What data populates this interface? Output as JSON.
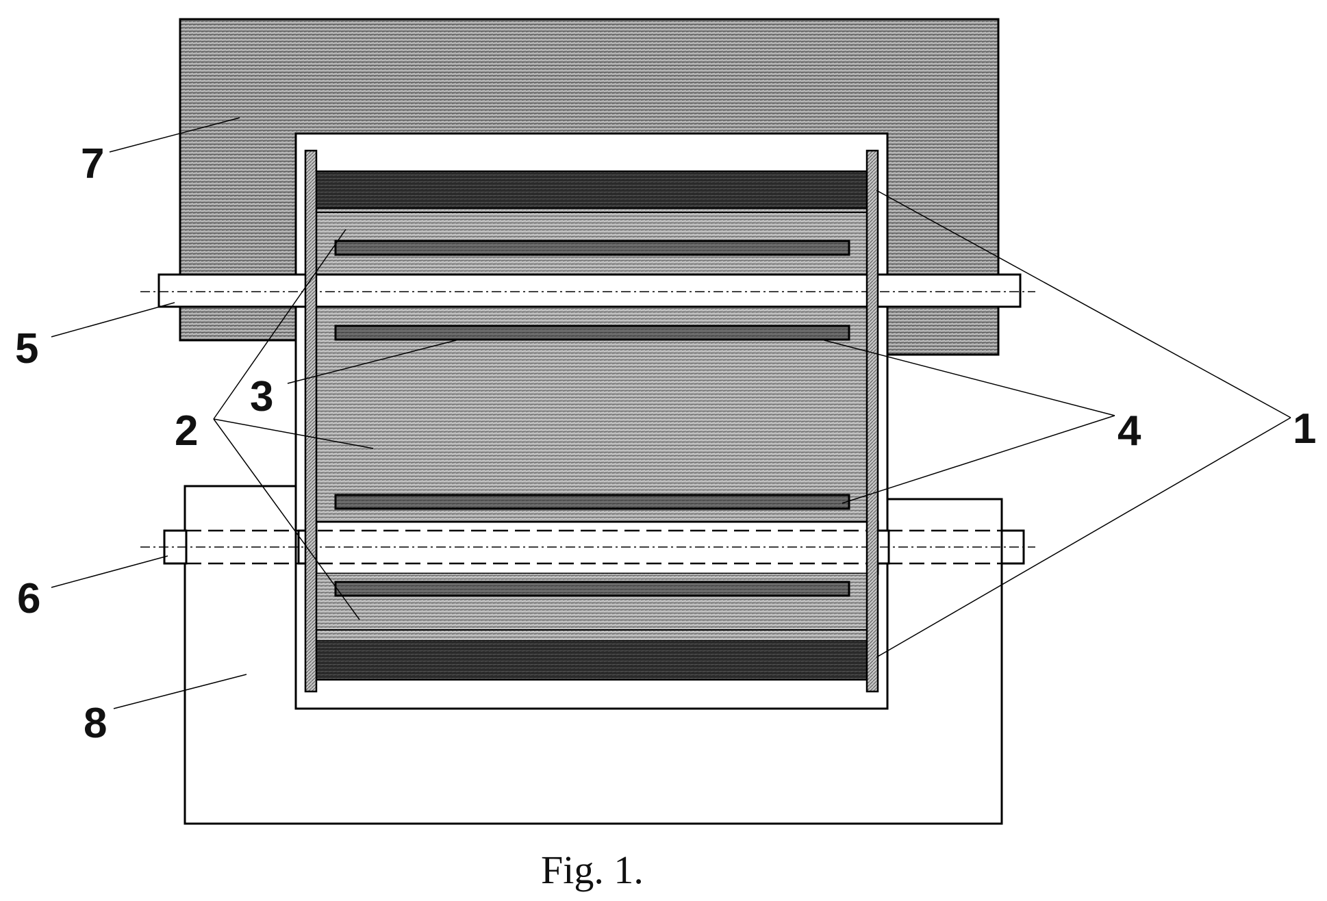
{
  "figure": {
    "caption": "Fig. 1.",
    "labels": {
      "l1": "1",
      "l2": "2",
      "l3": "3",
      "l4": "4",
      "l5": "5",
      "l6": "6",
      "l7": "7",
      "l8": "8"
    }
  },
  "colors": {
    "hatch_dark": "#8c8c8c",
    "hatch_light": "#b8b8b8",
    "outline": "#000000",
    "background": "#ffffff"
  }
}
